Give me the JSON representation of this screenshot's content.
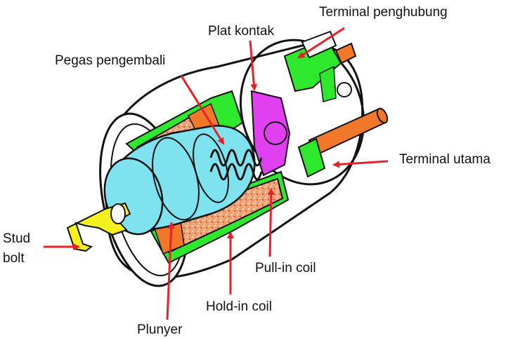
{
  "labels": {
    "terminal_penghubung": "Terminal penghubung",
    "plat_kontak": "Plat kontak",
    "pegas_pengembali": "Pegas pengembali",
    "terminal_utama": "Terminal utama",
    "stud_bolt_line1": "Stud",
    "stud_bolt_line2": "bolt",
    "pull_in_coil": "Pull-in coil",
    "hold_in_coil": "Hold-in coil",
    "plunyer": "Plunyer"
  },
  "colors": {
    "arrow": "#e8202a",
    "outline": "#111111",
    "coil_green": "#2ee82e",
    "winding_orange": "#f07828",
    "winding_speckle": "#e8b090",
    "plunger_cyan": "#7fe3ef",
    "contact_magenta": "#e040f0",
    "stud_yellow": "#f4f21e"
  },
  "icons": {
    "leader": "red-arrow",
    "component": "solenoid-cutaway"
  }
}
